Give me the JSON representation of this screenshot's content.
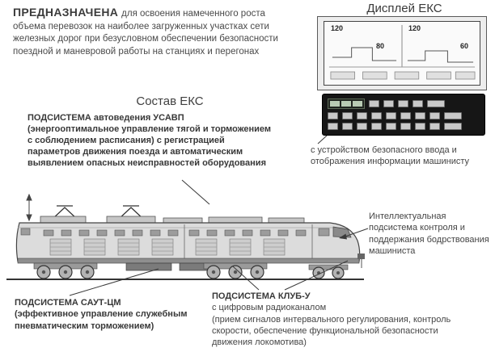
{
  "intro": {
    "title": "ПРЕДНАЗНАЧЕНА",
    "body": "для освоения намеченного роста объема перевозок на наиболее загруженных участках сети железных дорог при безусловном обеспечении безопасности поездной и маневровой работы на станциях и перегонах"
  },
  "display": {
    "title": "Дисплей ЕКС",
    "readouts": [
      "120",
      "80",
      "120",
      "60"
    ],
    "caption": "с устройством безопасного ввода и отображения информации машинисту"
  },
  "composition": {
    "heading": "Состав ЕКС",
    "usavp": {
      "title": "ПОДСИСТЕМА автоведения УСАВП",
      "body": "(энергооптимальное управление тягой и торможением с соблюдением расписания) с регистрацией параметров движения поезда и автоматическим выявлением опасных неисправностей оборудования"
    },
    "vigilance": "Интеллектуальная подсистема контроля и поддержания бодрствования машиниста",
    "saut": {
      "title": "ПОДСИСТЕМА САУТ-ЦМ",
      "body": "(эффективное управление служебным пневматическим торможением)"
    },
    "klub": {
      "title": "ПОДСИСТЕМА КЛУБ-У",
      "subtitle": "с цифровым радиоканалом",
      "body": "(прием сигналов интервального регулирования, контроль скорости, обеспечение функциональной безопасности движения локомотива)"
    }
  }
}
